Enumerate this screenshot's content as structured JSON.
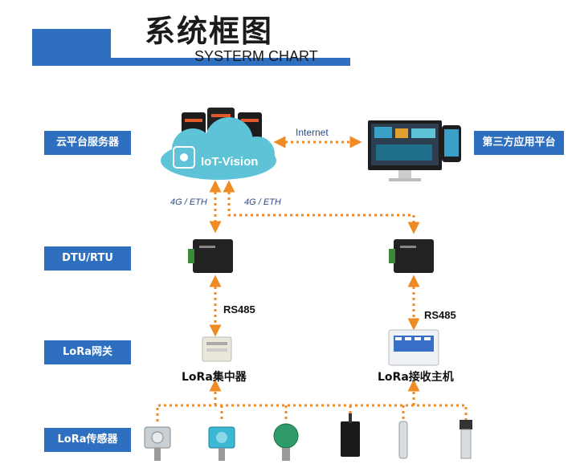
{
  "header": {
    "title_cn": "系统框图",
    "title_en": "SYSTERM CHART"
  },
  "layers": {
    "cloud": "云平台服务器",
    "third_party": "第三方应用平台",
    "dtu": "DTU/RTU",
    "gateway": "LoRa网关",
    "sensor": "LoRa传感器"
  },
  "cloud_node": {
    "label": "IoT-Vision"
  },
  "connections": {
    "internet": "Internet",
    "link_left": "4G / ETH",
    "link_right": "4G / ETH",
    "rs485_left": "RS485",
    "rs485_right": "RS485"
  },
  "nodes": {
    "concentrator": "LoRa集中器",
    "receiver": "LoRa接收主机"
  },
  "colors": {
    "accent_blue": "#2e6fc0",
    "arrow_orange": "#f08a24",
    "cloud_teal": "#5ec3d6"
  }
}
